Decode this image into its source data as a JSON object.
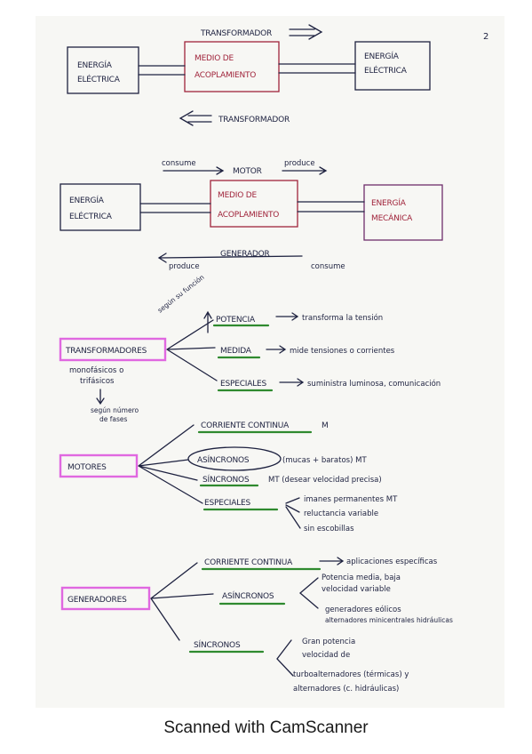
{
  "page_number": "2",
  "footer": "Scanned with CamScanner",
  "diagram1": {
    "left_box": [
      "ENERGÍA",
      "ELÉCTRICA"
    ],
    "middle_box": [
      "MEDIO DE",
      "ACOPLAMIENTO"
    ],
    "right_box": [
      "ENERGÍA",
      "ELÉCTRICA"
    ],
    "top_label": "TRANSFORMADOR",
    "bottom_label": "TRANSFORMADOR"
  },
  "diagram2": {
    "left_box": [
      "ENERGÍA",
      "ELÉCTRICA"
    ],
    "middle_box": [
      "MEDIO DE",
      "ACOPLAMIENTO"
    ],
    "right_box": [
      "ENERGÍA",
      "MECÁNICA"
    ],
    "top_left": "consume",
    "top_mid": "MOTOR",
    "top_right": "produce",
    "bottom_mid": "GENERADOR",
    "bottom_left": "produce",
    "bottom_right": "consume"
  },
  "transformadores": {
    "title": "TRANSFORMADORES",
    "side_note": "según su función",
    "note1": [
      "monofásicos o",
      "trifásicos"
    ],
    "note2": [
      "según número",
      "de fases"
    ],
    "branches": [
      {
        "label": "POTENCIA",
        "desc": "transforma la tensión"
      },
      {
        "label": "MEDIDA",
        "desc": "mide tensiones o corrientes"
      },
      {
        "label": "ESPECIALES",
        "desc": "suministra luminosa, comunicación"
      }
    ]
  },
  "motores": {
    "title": "MOTORES",
    "b1_label": "CORRIENTE CONTINUA",
    "b1_tag": "M",
    "b2_label": "ASÍNCRONOS",
    "b2_desc": "(mucas + baratos)  MT",
    "b3_label": "SÍNCRONOS",
    "b3_desc": "MT (desear velocidad precisa)",
    "b4_label": "ESPECIALES",
    "b4_items": [
      "imanes permanentes  MT",
      "reluctancia variable",
      "sin escobillas"
    ]
  },
  "generadores": {
    "title": "GENERADORES",
    "b1_label": "CORRIENTE CONTINUA",
    "b1_desc": "aplicaciones específicas",
    "b2_label": "ASÍNCRONOS",
    "b2_items": [
      "Potencia media, baja",
      "velocidad variable",
      "generadores eólicos",
      "alternadores minicentrales hidráulicas"
    ],
    "b3_label": "SÍNCRONOS",
    "b3_items": [
      "Gran potencia",
      "velocidad de",
      "turboalternadores (térmicas) y",
      "alternadores (c. hidráulicas)"
    ]
  },
  "colors": {
    "ink": "#1e2240",
    "red_box": "#a0243b",
    "purple_box": "#6e2d6b",
    "magenta": "#e068e0",
    "green": "#2f8a2f"
  }
}
